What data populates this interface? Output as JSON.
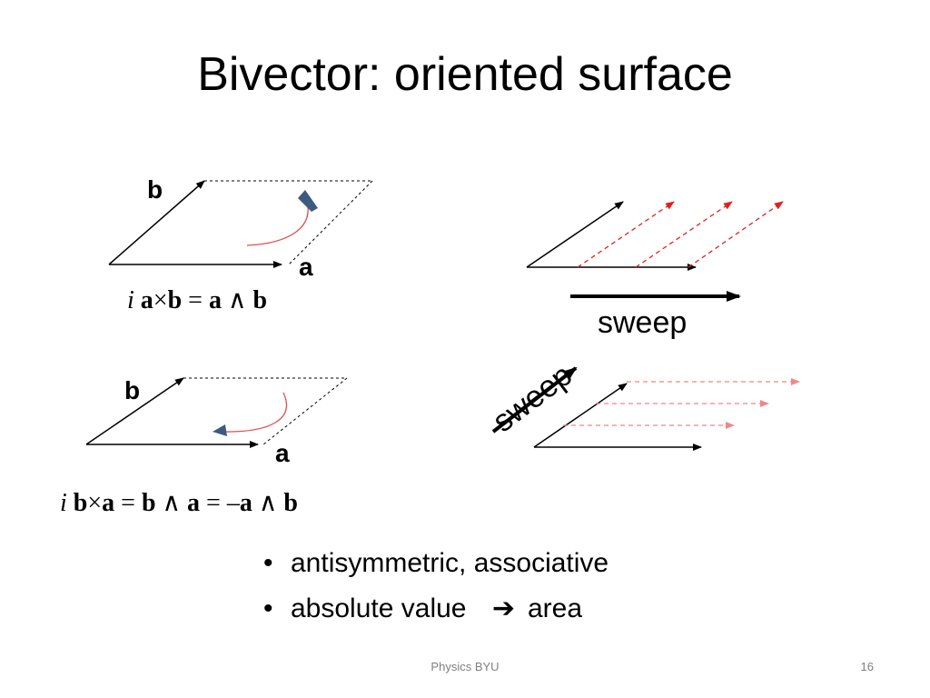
{
  "slide": {
    "title": "Bivector: oriented surface",
    "labels": {
      "top_b": "b",
      "top_a": "a",
      "bottom_b": "b",
      "bottom_a": "a"
    },
    "eq_top": {
      "i": "i",
      "a1": "a",
      "times": "×",
      "b1": "b",
      "equals": "=",
      "a2": "a",
      "wedge": "∧",
      "b2": "b"
    },
    "eq_bottom": {
      "i": "i",
      "b1": "b",
      "times": "×",
      "a1": "a",
      "eq1": "=",
      "b2": "b",
      "wedge1": "∧",
      "a2": "a",
      "eq2": "=",
      "minus": "–",
      "a3": "a",
      "wedge2": "∧",
      "b3": "b"
    },
    "sweep_top": "sweep",
    "sweep_bottom": "sweep",
    "bullets": [
      {
        "text": "antisymmetric, associative"
      },
      {
        "text": "absolute value",
        "arrow": "➔",
        "tail": "area"
      }
    ],
    "footer": {
      "center": "Physics  BYU",
      "page": "16"
    },
    "colors": {
      "red": "#e02020",
      "pink": "#ee8888",
      "navy": "#3d5a80",
      "black": "#000000"
    }
  }
}
